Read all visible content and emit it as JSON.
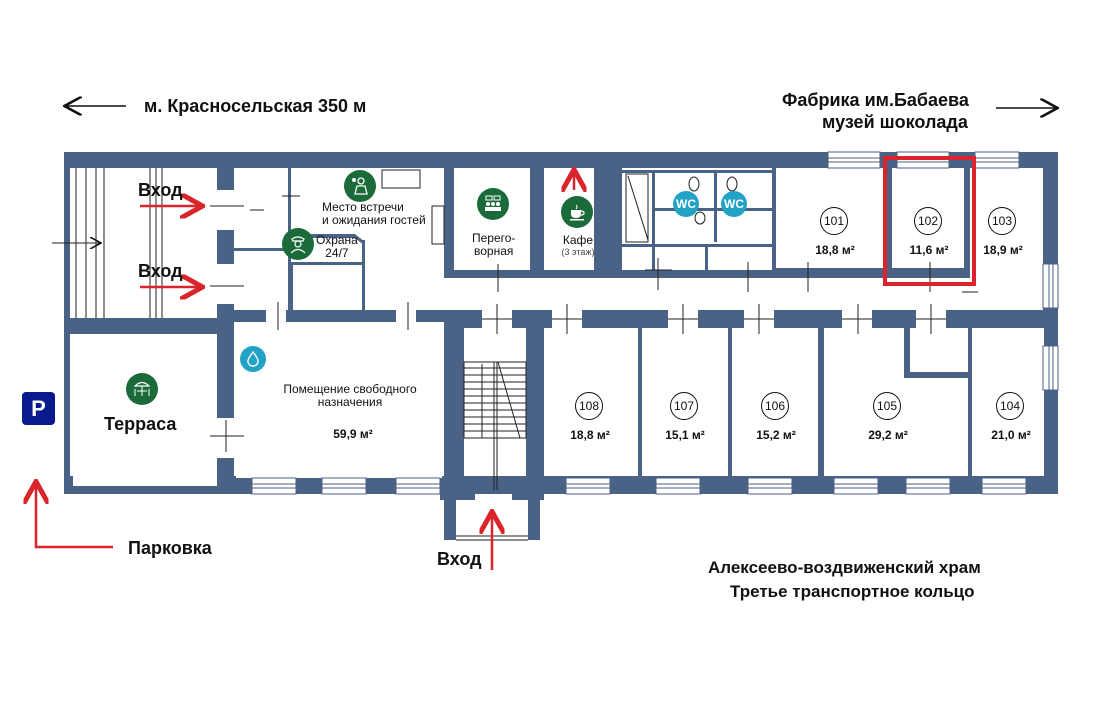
{
  "colors": {
    "wall": "#4a6285",
    "accent_red": "#d9242b",
    "icon_green": "#1b6b3a",
    "icon_blue": "#22a3c6",
    "parking_blue": "#0a1a8c"
  },
  "directions": {
    "metro": "м. Красносельская 350 м",
    "factory_line1": "Фабрика им.Бабаева",
    "factory_line2": "музей шоколада",
    "church": "Алексеево-воздвиженский храм",
    "ring": "Третье транспортное кольцо",
    "parking": "Парковка",
    "parking_sign": "P"
  },
  "entrances": {
    "top": "Вход",
    "middle": "Вход",
    "bottom": "Вход"
  },
  "amenities": {
    "meeting": {
      "line1": "Место встречи",
      "line2": "и ожидания гостей",
      "icon": "meeting-point-icon"
    },
    "security": {
      "line1": "Охрана",
      "line2": "24/7",
      "icon": "security-guard-icon"
    },
    "negotiation": {
      "line1": "Перего-",
      "line2": "ворная",
      "icon": "meeting-room-icon"
    },
    "cafe": {
      "label": "Кафе",
      "note": "(3 этаж)",
      "icon": "coffee-cup-icon"
    },
    "wc": [
      "WC",
      "WC"
    ],
    "terrace": {
      "label": "Терраса",
      "icon": "terrace-umbrella-icon"
    },
    "water": {
      "icon": "water-drop-icon"
    }
  },
  "free_space": {
    "line1": "Помещение свободного",
    "line2": "назначения",
    "area": "59,9 м²"
  },
  "rooms": [
    {
      "number": "101",
      "area": "18,8 м²",
      "highlighted": false
    },
    {
      "number": "102",
      "area": "11,6 м²",
      "highlighted": true
    },
    {
      "number": "103",
      "area": "18,9 м²",
      "highlighted": false
    },
    {
      "number": "104",
      "area": "21,0 м²",
      "highlighted": false
    },
    {
      "number": "105",
      "area": "29,2 м²",
      "highlighted": false
    },
    {
      "number": "106",
      "area": "15,2 м²",
      "highlighted": false
    },
    {
      "number": "107",
      "area": "15,1 м²",
      "highlighted": false
    },
    {
      "number": "108",
      "area": "18,8 м²",
      "highlighted": false
    }
  ]
}
